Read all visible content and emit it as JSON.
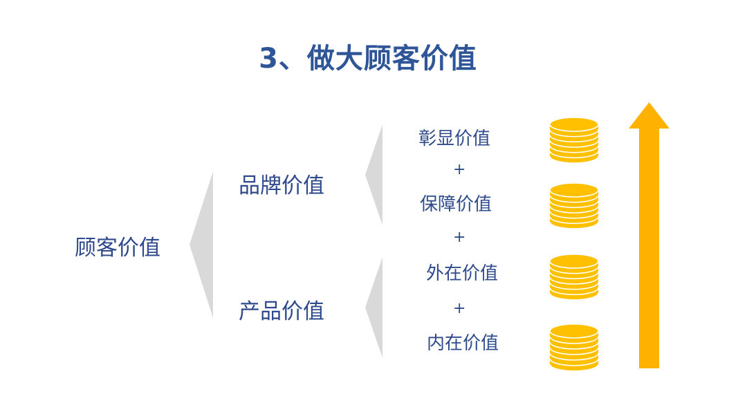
{
  "title": "3、做大顾客价值",
  "root": {
    "label": "顾客价值"
  },
  "branches": [
    {
      "label": "品牌价值",
      "children": [
        "彰显价值",
        "保障价值"
      ]
    },
    {
      "label": "产品价值",
      "children": [
        "外在价值",
        "内在价值"
      ]
    }
  ],
  "plus_sign": "+",
  "colors": {
    "title": "#2e5597",
    "text": "#2e4a8c",
    "brace": "#d9d9d9",
    "coin": "#ffc000",
    "arrow": "#ffb100"
  }
}
